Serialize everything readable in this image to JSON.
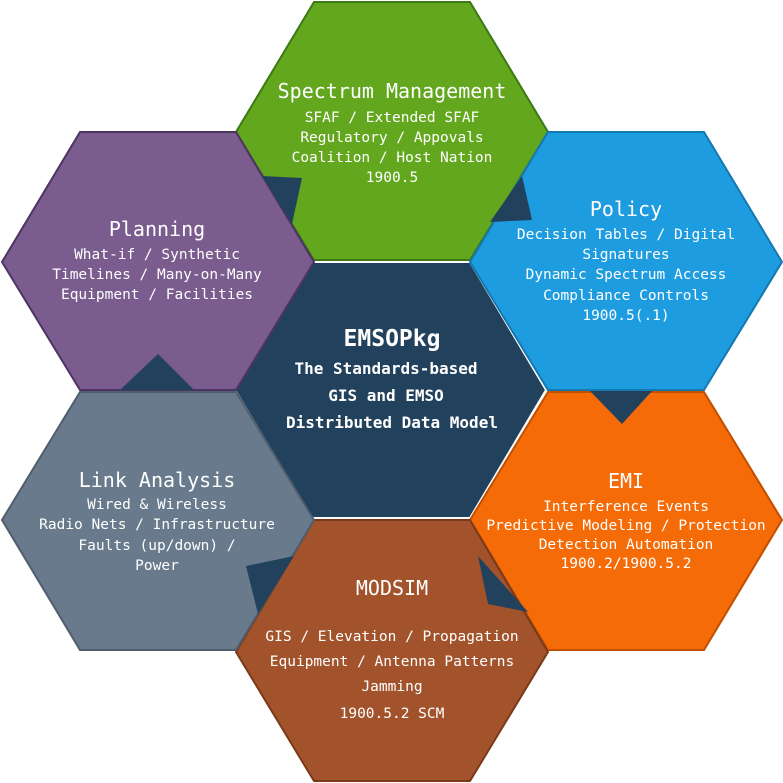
{
  "center": {
    "title": "EMSOPkg",
    "lines": [
      "The Standards-based",
      "GIS and EMSO",
      "Distributed Data Model"
    ],
    "color": "#22415c"
  },
  "hexes": [
    {
      "key": "spectrum",
      "title": "Spectrum Management",
      "lines": [
        "SFAF / Extended SFAF",
        "Regulatory / Appovals",
        "Coalition / Host Nation",
        "1900.5"
      ],
      "color": "#62a71e",
      "stroke": "#3d7a14"
    },
    {
      "key": "policy",
      "title": "Policy",
      "lines": [
        "Decision Tables / Digital",
        "Signatures",
        "Dynamic Spectrum Access",
        "Compliance Controls",
        "1900.5(.1)"
      ],
      "color": "#1e9ce0",
      "stroke": "#1578b0"
    },
    {
      "key": "emi",
      "title": "EMI",
      "lines": [
        "Interference Events",
        "Predictive Modeling / Protection",
        "Detection Automation",
        "1900.2/1900.5.2"
      ],
      "color": "#f46b07",
      "stroke": "#c04f00"
    },
    {
      "key": "modsim",
      "title": "MODSIM",
      "lines": [
        "GIS / Elevation / Propagation",
        "Equipment / Antenna Patterns",
        "Jamming",
        "1900.5.2 SCM"
      ],
      "color": "#a3532b",
      "stroke": "#7a3a1a"
    },
    {
      "key": "link",
      "title": "Link Analysis",
      "lines": [
        "Wired & Wireless",
        "Radio Nets / Infrastructure",
        "Faults (up/down) /",
        "Power"
      ],
      "color": "#687a8c",
      "stroke": "#4e5e6e"
    },
    {
      "key": "planning",
      "title": "Planning",
      "lines": [
        "What-if / Synthetic",
        "Timelines / Many-on-Many",
        "Equipment / Facilities"
      ],
      "color": "#7a5c8e",
      "stroke": "#4d3463"
    }
  ]
}
